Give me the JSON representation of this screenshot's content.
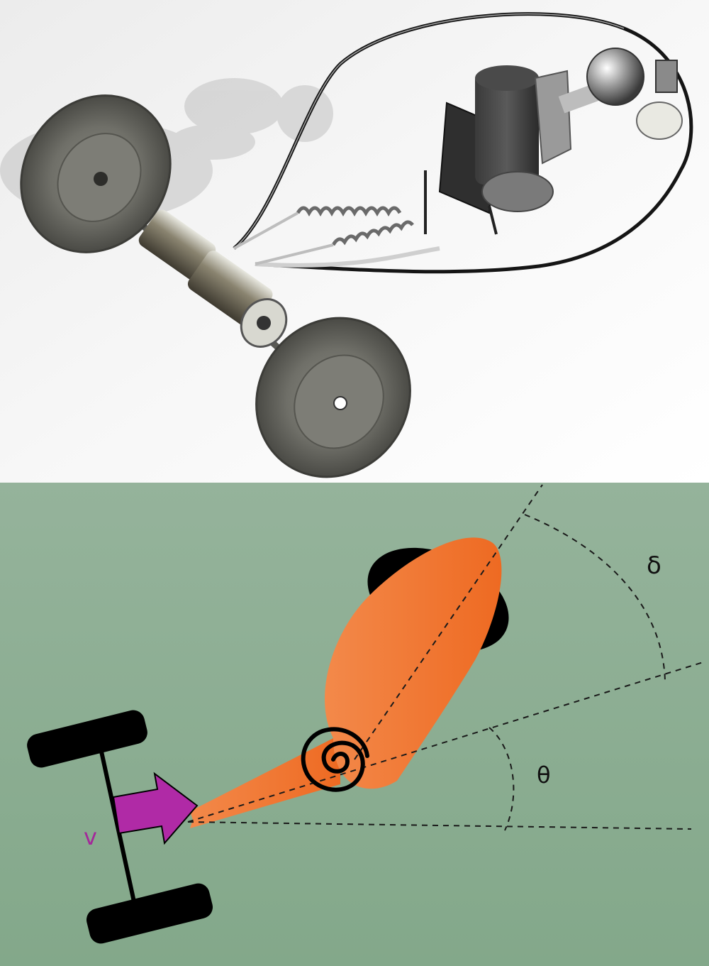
{
  "figure": {
    "render_panel": {
      "description_icon": "robot-render-illustration"
    },
    "diagram_panel": {
      "labels": {
        "delta": "δ",
        "theta": "θ",
        "velocity": "v"
      },
      "colors": {
        "background_top": "#95b39b",
        "background_bottom": "#83a88a",
        "body_orange": "#ee6a22",
        "body_orange_light": "#f3894a",
        "velocity_arrow": "#b02aa6",
        "velocity_label": "#a4289a",
        "wheels": "#000000",
        "lines": "#1a1a1a"
      },
      "icons": [
        "spiral-spring-icon",
        "velocity-arrow-icon"
      ]
    }
  }
}
